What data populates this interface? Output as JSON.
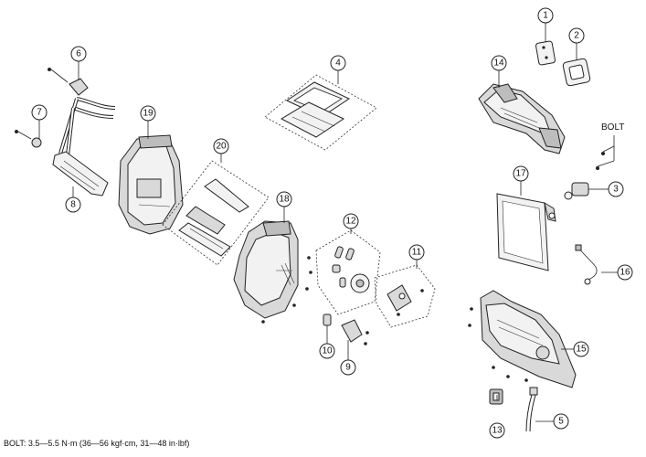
{
  "callouts": [
    {
      "label": "1"
    },
    {
      "label": "2"
    },
    {
      "label": "3"
    },
    {
      "label": "4"
    },
    {
      "label": "5"
    },
    {
      "label": "6"
    },
    {
      "label": "7"
    },
    {
      "label": "8"
    },
    {
      "label": "9"
    },
    {
      "label": "10"
    },
    {
      "label": "11"
    },
    {
      "label": "12"
    },
    {
      "label": "13"
    },
    {
      "label": "14"
    },
    {
      "label": "15"
    },
    {
      "label": "16"
    },
    {
      "label": "17"
    },
    {
      "label": "18"
    },
    {
      "label": "19"
    },
    {
      "label": "20"
    }
  ],
  "bolt_label": "BOLT",
  "torque_spec": "BOLT: 3.5—5.5 N·m (36—56 kgf·cm, 31—48 in·lbf)"
}
